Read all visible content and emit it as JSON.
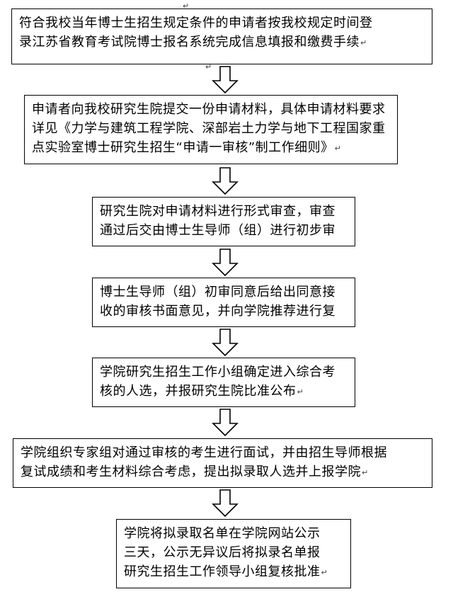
{
  "diagram": {
    "paragraph_mark": "↵",
    "steps": [
      {
        "id": "step-1",
        "lines": [
          "符合我校当年博士生招生规定条件的申请者按我校规定时间登",
          "录江苏省教育考试院博士报名系统完成信息填报和缴费手续"
        ],
        "has_mark": true
      },
      {
        "id": "step-2",
        "lines": [
          "申请者向我校研究生院提交一份申请材料，具体申请材料要求",
          "详见《力学与建筑工程学院、深部岩土力学与地下工程国家重",
          "点实验室博士研究生招生“申请一审核”制工作细则》"
        ],
        "has_mark": true
      },
      {
        "id": "step-3",
        "lines": [
          "研究生院对申请材料进行形式审查，审查",
          "通过后交由博士生导师（组）进行初步审"
        ],
        "has_mark": false
      },
      {
        "id": "step-4",
        "lines": [
          "博士生导师（组）初审同意后给出同意接",
          "收的审核书面意见，并向学院推荐进行复"
        ],
        "has_mark": false
      },
      {
        "id": "step-5",
        "lines": [
          "学院研究生招生工作小组确定进入综合考",
          "核的人选，并报研究生院比准公布"
        ],
        "has_mark": true
      },
      {
        "id": "step-6",
        "lines": [
          "学院组织专家组对通过审核的考生进行面试，并由招生导师根据",
          "复试成绩和考生材料综合考虑，提出拟录取人选并上报学院"
        ],
        "has_mark": true
      },
      {
        "id": "step-7",
        "lines": [
          "学院将拟录取名单在学院网站公示",
          "三天，公示无异议后将拟录名单报",
          "研究生招生工作领导小组复核批准"
        ],
        "has_mark": true
      }
    ]
  }
}
